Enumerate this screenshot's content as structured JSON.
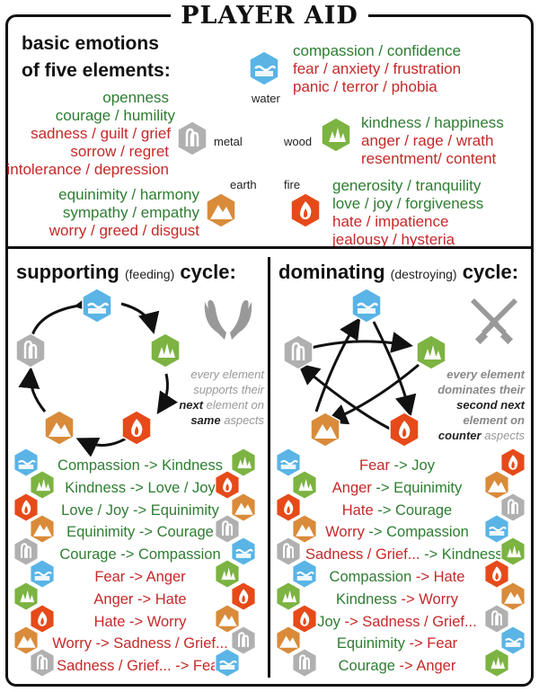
{
  "title": "PLAYER AID",
  "intro": {
    "line1": "basic emotions",
    "line2": "of five elements:"
  },
  "elements": {
    "water": {
      "label": "water",
      "green": "compassion / confidence",
      "red1": "fear / anxiety / frustration",
      "red2": "panic / terror / phobia"
    },
    "metal": {
      "label": "metal",
      "green1": "openness",
      "green2": "courage / humility",
      "red1": "sadness / guilt / grief",
      "red2": "sorrow / regret",
      "red3": "intolerance / depression"
    },
    "wood": {
      "label": "wood",
      "green": "kindness / happiness",
      "red1": "anger / rage / wrath",
      "red2": "resentment/ content"
    },
    "earth": {
      "label": "earth",
      "green1": "equinimity / harmony",
      "green2": "sympathy / empathy",
      "red": "worry / greed / disgust"
    },
    "fire": {
      "label": "fire",
      "green1": "generosity / tranquility",
      "green2": "love / joy / forgiveness",
      "red1": "hate / impatience",
      "red2": "jealousy / hysteria"
    }
  },
  "supporting": {
    "heading_bold1": "supporting",
    "heading_small": "(feeding)",
    "heading_bold2": "cycle:",
    "note": {
      "l1": "every element",
      "l2": "supports their",
      "l3b": "next",
      "l3": " element on",
      "l4b": "same",
      "l4": " aspects"
    },
    "rows": [
      {
        "a": "Compassion",
        "b": "Kindness",
        "ac": "g",
        "bc": "g"
      },
      {
        "a": "Kindness",
        "b": "Love / Joy",
        "ac": "g",
        "bc": "g"
      },
      {
        "a": "Love / Joy",
        "b": "Equinimity",
        "ac": "g",
        "bc": "g"
      },
      {
        "a": "Equinimity",
        "b": "Courage",
        "ac": "g",
        "bc": "g"
      },
      {
        "a": "Courage",
        "b": "Compassion",
        "ac": "g",
        "bc": "g"
      },
      {
        "a": "Fear",
        "b": "Anger",
        "ac": "r",
        "bc": "r"
      },
      {
        "a": "Anger",
        "b": "Hate",
        "ac": "r",
        "bc": "r"
      },
      {
        "a": "Hate",
        "b": "Worry",
        "ac": "r",
        "bc": "r"
      },
      {
        "a": "Worry",
        "b": "Sadness / Grief...",
        "ac": "r",
        "bc": "r"
      },
      {
        "a": "Sadness / Grief...",
        "b": "Fear",
        "ac": "r",
        "bc": "r"
      }
    ]
  },
  "dominating": {
    "heading_bold1": "dominating",
    "heading_small": "(destroying)",
    "heading_bold2": "cycle:",
    "note": {
      "l1": "every element",
      "l2": "dominates their",
      "l3": "second next",
      "l4": "element on",
      "l5b": "counter",
      "l5": " aspects"
    },
    "rows": [
      {
        "a": "Fear",
        "b": "Joy",
        "ac": "r",
        "bc": "g"
      },
      {
        "a": "Anger",
        "b": "Equinimity",
        "ac": "r",
        "bc": "g"
      },
      {
        "a": "Hate",
        "b": "Courage",
        "ac": "r",
        "bc": "g"
      },
      {
        "a": "Worry",
        "b": "Compassion",
        "ac": "r",
        "bc": "g"
      },
      {
        "a": "Sadness / Grief...",
        "b": "Kindness",
        "ac": "r",
        "bc": "g"
      },
      {
        "a": "Compassion",
        "b": "Hate",
        "ac": "g",
        "bc": "r"
      },
      {
        "a": "Kindness",
        "b": "Worry",
        "ac": "g",
        "bc": "r"
      },
      {
        "a": "Joy",
        "b": "Sadness / Grief...",
        "ac": "g",
        "bc": "r"
      },
      {
        "a": "Equinimity",
        "b": "Fear",
        "ac": "g",
        "bc": "r"
      },
      {
        "a": "Courage",
        "b": "Anger",
        "ac": "g",
        "bc": "r"
      }
    ]
  },
  "arrow": "->",
  "colors": {
    "water": "#5ab4e6",
    "wood": "#7cb342",
    "fire": "#e64a19",
    "earth": "#d98b3a",
    "metal": "#b0b0b0",
    "green": "#2e7d32",
    "red": "#c62828"
  }
}
